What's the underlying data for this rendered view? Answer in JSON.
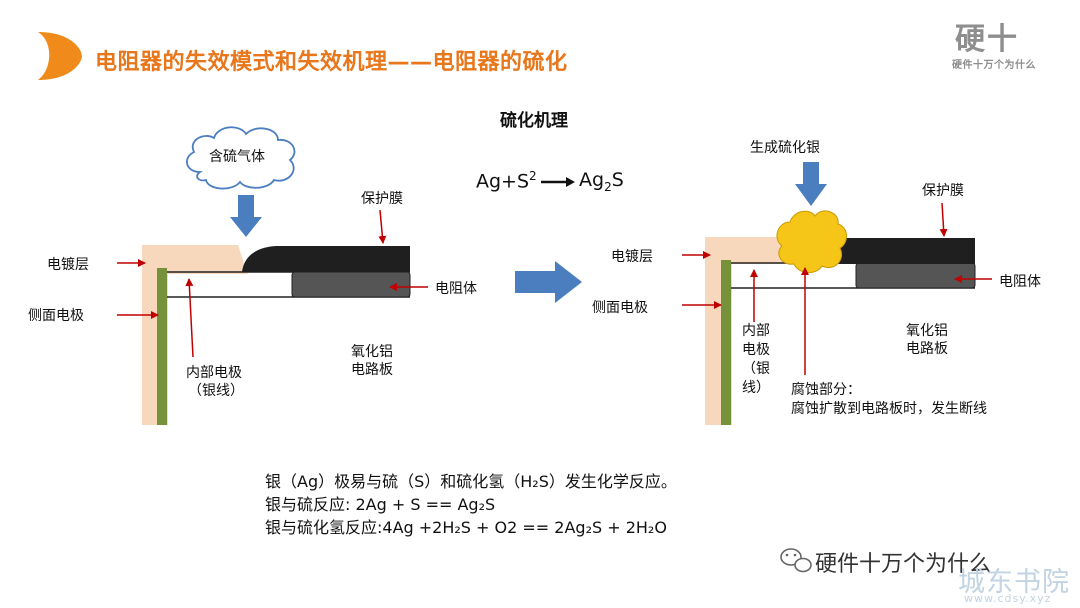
{
  "header": {
    "title": "电阻器的失效模式和失效机理——电阻器的硫化",
    "logo_main": "硬十",
    "logo_sub": "硬件十万个为什么"
  },
  "diagram": {
    "subtitle": "硫化机理",
    "equation": {
      "ag": "Ag+S",
      "sup": "2",
      "product": "Ag",
      "sub": "2",
      "tail": "S"
    },
    "left": {
      "cloud": "含硫气体",
      "protective_film": "保护膜",
      "plating_layer": "电镀层",
      "side_electrode": "侧面电极",
      "resistor_body": "电阻体",
      "inner_electrode": "内部电极",
      "silver_wire": "（银线）",
      "substrate_line1": "氧化铝",
      "substrate_line2": "电路板"
    },
    "right": {
      "silver_sulfide": "生成硫化银",
      "protective_film": "保护膜",
      "plating_layer": "电镀层",
      "side_electrode": "侧面电极",
      "resistor_body": "电阻体",
      "inner_line1": "内部",
      "inner_line2": "电极",
      "inner_line3": "（银",
      "inner_line4": "线）",
      "substrate_line1": "氧化铝",
      "substrate_line2": "电路板",
      "corrosion_line1": "腐蚀部分：",
      "corrosion_line2": "腐蚀扩散到电路板时，发生断线"
    }
  },
  "notes": {
    "line1": "银（Ag）极易与硫（S）和硫化氢（H₂S）发生化学反应。",
    "line2": "银与硫反应: 2Ag + S == Ag₂S",
    "line3": "银与硫化氢反应:4Ag +2H₂S + O2 == 2Ag₂S + 2H₂O"
  },
  "footer": {
    "wechat": "硬件十万个为什么"
  },
  "watermark": {
    "main": "城东书院",
    "sub": "www.cdsy.xyz"
  },
  "colors": {
    "title_orange": "#e8761b",
    "plating": "#f8d8bd",
    "side_electrode": "#75923b",
    "film": "#1f1f1f",
    "resistor": "#555555",
    "arrow_blue": "#4a7ebf",
    "arrow_red": "#c00000",
    "corrosion": "#f5c518"
  },
  "icons": [
    "orange-logo-mark",
    "wechat-icon",
    "blue-down-arrow",
    "blue-right-arrow"
  ]
}
